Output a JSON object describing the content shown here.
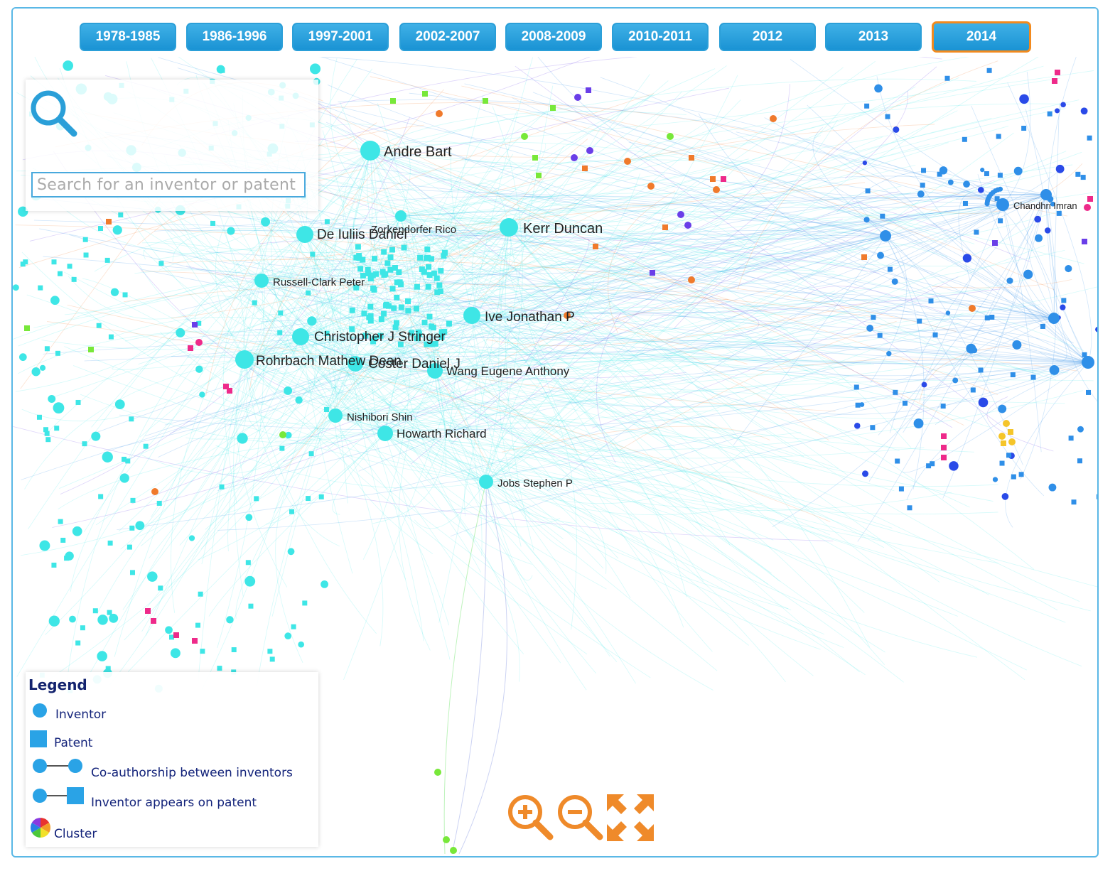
{
  "years": [
    "1978-1985",
    "1986-1996",
    "1997-2001",
    "2002-2007",
    "2008-2009",
    "2010-2011",
    "2012",
    "2013",
    "2014"
  ],
  "active_year": "2014",
  "search": {
    "placeholder": "Search for an inventor or patent"
  },
  "legend": {
    "title": "Legend",
    "inventor": "Inventor",
    "patent": "Patent",
    "coauthorship": "Co-authorship between inventors",
    "appears": "Inventor appears on patent",
    "cluster": "Cluster"
  },
  "node_labels": [
    "Andre Bart",
    "De Iuliis Daniel",
    "Zorkendorfer Rico",
    "Kerr Duncan",
    "Russell-Clark Peter",
    "Ive Jonathan P",
    "Christopher J Stringer",
    "Rohrbach Mathew Dean",
    "Coster Daniel J",
    "Wang Eugene Anthony",
    "Nishibori Shin",
    "Howarth Richard",
    "Jobs Stephen P",
    "Chandhri Imran"
  ],
  "colors": {
    "button_blue": "#2aa3de",
    "active_border": "#f28a1e",
    "cyan_cluster": "#3ee6e6",
    "blue_cluster": "#2f8fe8",
    "orange": "#f07a2c",
    "green": "#78e83a",
    "purple": "#6a3ee8",
    "pink": "#ee2a8a",
    "yellow": "#f5c52a",
    "legend_text": "#13237a",
    "zoom_orange": "#ef8a2a"
  },
  "icons": [
    "search-icon",
    "zoom-in-icon",
    "zoom-out-icon",
    "fullscreen-icon",
    "inventor-icon",
    "patent-icon",
    "coauthorship-icon",
    "appears-icon",
    "cluster-icon"
  ]
}
